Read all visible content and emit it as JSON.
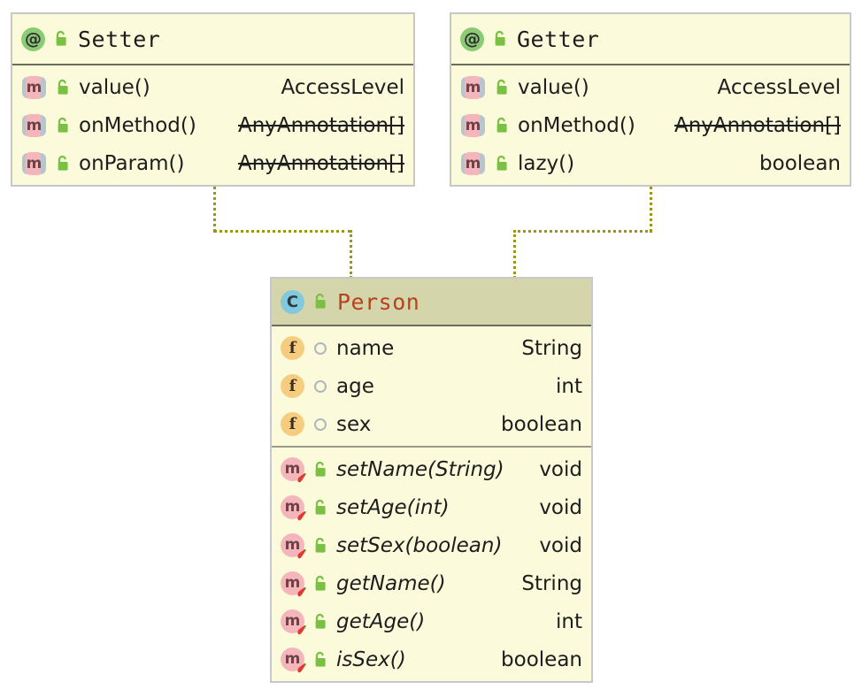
{
  "diagram": {
    "kind": "uml-class-diagram",
    "colors": {
      "box_background": "#fbfbdc",
      "box_border": "#c8c8c8",
      "class_header_background": "#d5d5ab",
      "class_name_text": "#b5431c",
      "separator": "#6b6b5e",
      "connector": "#9a9610",
      "annotation_icon": "#8ccb76",
      "class_icon": "#83c9de",
      "field_icon": "#f6cd7f",
      "method_icon": "#f5b6bb",
      "public_lock_icon": "#7ac143",
      "private_dot_icon": "#b2b6ba"
    }
  },
  "nodes": [
    {
      "id": "setter",
      "stereotype": "annotation",
      "title": "Setter",
      "title_icon": "annotation-at-icon",
      "visibility_icon": "public-open-lock-icon",
      "sections": [
        {
          "kind": "methods",
          "members": [
            {
              "icon": "abstract-method-icon",
              "visibility_icon": "public-open-lock-icon",
              "name": "value()",
              "type": "AccessLevel",
              "italic": false,
              "deprecated": false
            },
            {
              "icon": "abstract-method-icon",
              "visibility_icon": "public-open-lock-icon",
              "name": "onMethod()",
              "type": "AnyAnnotation[]",
              "italic": false,
              "deprecated": true
            },
            {
              "icon": "abstract-method-icon",
              "visibility_icon": "public-open-lock-icon",
              "name": "onParam()",
              "type": "AnyAnnotation[]",
              "italic": false,
              "deprecated": true
            }
          ]
        }
      ]
    },
    {
      "id": "getter",
      "stereotype": "annotation",
      "title": "Getter",
      "title_icon": "annotation-at-icon",
      "visibility_icon": "public-open-lock-icon",
      "sections": [
        {
          "kind": "methods",
          "members": [
            {
              "icon": "abstract-method-icon",
              "visibility_icon": "public-open-lock-icon",
              "name": "value()",
              "type": "AccessLevel",
              "italic": false,
              "deprecated": false
            },
            {
              "icon": "abstract-method-icon",
              "visibility_icon": "public-open-lock-icon",
              "name": "onMethod()",
              "type": "AnyAnnotation[]",
              "italic": false,
              "deprecated": true
            },
            {
              "icon": "abstract-method-icon",
              "visibility_icon": "public-open-lock-icon",
              "name": "lazy()",
              "type": "boolean",
              "italic": false,
              "deprecated": false
            }
          ]
        }
      ]
    },
    {
      "id": "person",
      "stereotype": "class",
      "title": "Person",
      "title_icon": "class-c-icon",
      "visibility_icon": "public-open-lock-icon",
      "sections": [
        {
          "kind": "fields",
          "members": [
            {
              "icon": "field-icon",
              "visibility_icon": "private-dot-icon",
              "name": "name",
              "type": "String",
              "italic": false,
              "deprecated": false
            },
            {
              "icon": "field-icon",
              "visibility_icon": "private-dot-icon",
              "name": "age",
              "type": "int",
              "italic": false,
              "deprecated": false
            },
            {
              "icon": "field-icon",
              "visibility_icon": "private-dot-icon",
              "name": "sex",
              "type": "boolean",
              "italic": false,
              "deprecated": false
            }
          ]
        },
        {
          "kind": "methods",
          "members": [
            {
              "icon": "method-generated-icon",
              "visibility_icon": "public-open-lock-icon",
              "name": "setName(String)",
              "type": "void",
              "italic": true,
              "deprecated": false
            },
            {
              "icon": "method-generated-icon",
              "visibility_icon": "public-open-lock-icon",
              "name": "setAge(int)",
              "type": "void",
              "italic": true,
              "deprecated": false
            },
            {
              "icon": "method-generated-icon",
              "visibility_icon": "public-open-lock-icon",
              "name": "setSex(boolean)",
              "type": "void",
              "italic": true,
              "deprecated": false
            },
            {
              "icon": "method-generated-icon",
              "visibility_icon": "public-open-lock-icon",
              "name": "getName()",
              "type": "String",
              "italic": true,
              "deprecated": false
            },
            {
              "icon": "method-generated-icon",
              "visibility_icon": "public-open-lock-icon",
              "name": "getAge()",
              "type": "int",
              "italic": true,
              "deprecated": false
            },
            {
              "icon": "method-generated-icon",
              "visibility_icon": "public-open-lock-icon",
              "name": "isSex()",
              "type": "boolean",
              "italic": true,
              "deprecated": false
            }
          ]
        }
      ]
    }
  ],
  "edges": [
    {
      "id": "setter-person",
      "from": "setter",
      "to": "person",
      "style": "dotted"
    },
    {
      "id": "getter-person",
      "from": "getter",
      "to": "person",
      "style": "dotted"
    }
  ]
}
